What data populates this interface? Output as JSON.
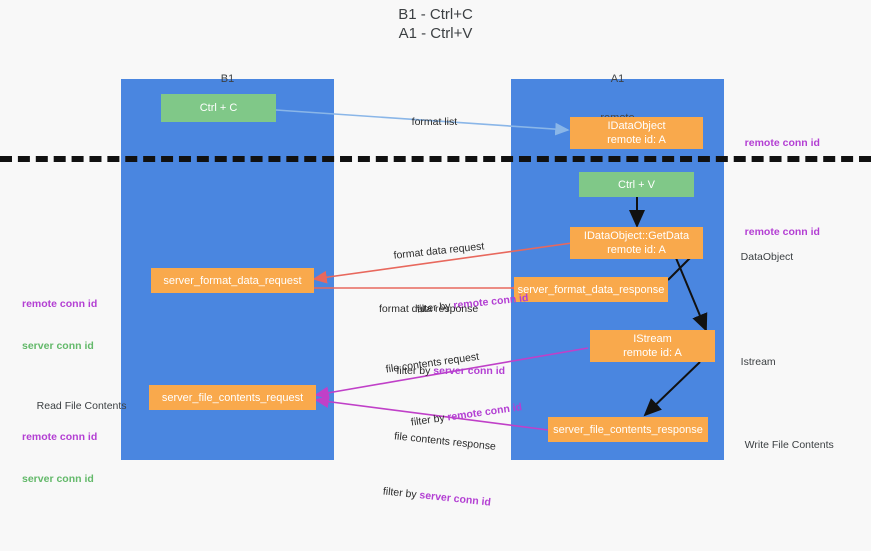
{
  "title": "B1 - Ctrl+C\nA1 - Ctrl+V",
  "columns": [
    {
      "name": "B1",
      "role": "connection"
    },
    {
      "name": "A1",
      "role": "remote"
    }
  ],
  "nodes": {
    "ctrl_c": "Ctrl + C",
    "ctrl_v": "Ctrl + V",
    "idataobject": "IDataObject\nremote id: A",
    "idataobject_getdata": "IDataObject::GetData\nremote id: A",
    "istream": "IStream\nremote id: A",
    "server_format_data_request": "server_format_data_request",
    "server_format_data_response": "server_format_data_response",
    "server_file_contents_request": "server_file_contents_request",
    "server_file_contents_response": "server_file_contents_response"
  },
  "edges": {
    "format_list": "format list",
    "format_data_request": "format data request",
    "format_data_request_filter_prefix": "filter by ",
    "format_data_request_filter_key": "remote conn id",
    "format_data_response": "format data response",
    "format_data_response_filter_prefix": "filter by ",
    "format_data_response_filter_key": "server conn id",
    "file_contents_request": "file contents request",
    "file_contents_request_filter_prefix": "filter by ",
    "file_contents_request_filter_key": "remote conn id",
    "file_contents_response": "file contents response",
    "file_contents_response_filter_prefix": "filter by ",
    "file_contents_response_filter_key": "server conn id"
  },
  "annotations": {
    "right_remote_conn_id_top": "remote conn id",
    "right_remote_conn_id_mid": "remote conn id",
    "right_dataobject": "DataObject",
    "right_istream": "Istream",
    "right_write_file_contents": "Write File Contents",
    "left_remote_conn_id": "remote conn id",
    "left_server_conn_id": "server conn id",
    "left_read_file_contents": "Read File Contents",
    "left_remote_conn_id_2": "remote conn id",
    "left_server_conn_id_2": "server conn id"
  },
  "colors": {
    "lane": "#4a86e0",
    "node_orange": "#f9a94c",
    "node_green": "#80c888",
    "remote_key": "#b33fd3",
    "server_key": "#63b96a",
    "arrow_blue": "#8ab6e8",
    "arrow_red": "#e8685d",
    "arrow_magenta": "#c040c8",
    "arrow_black": "#111111",
    "background": "#f8f8f8"
  }
}
